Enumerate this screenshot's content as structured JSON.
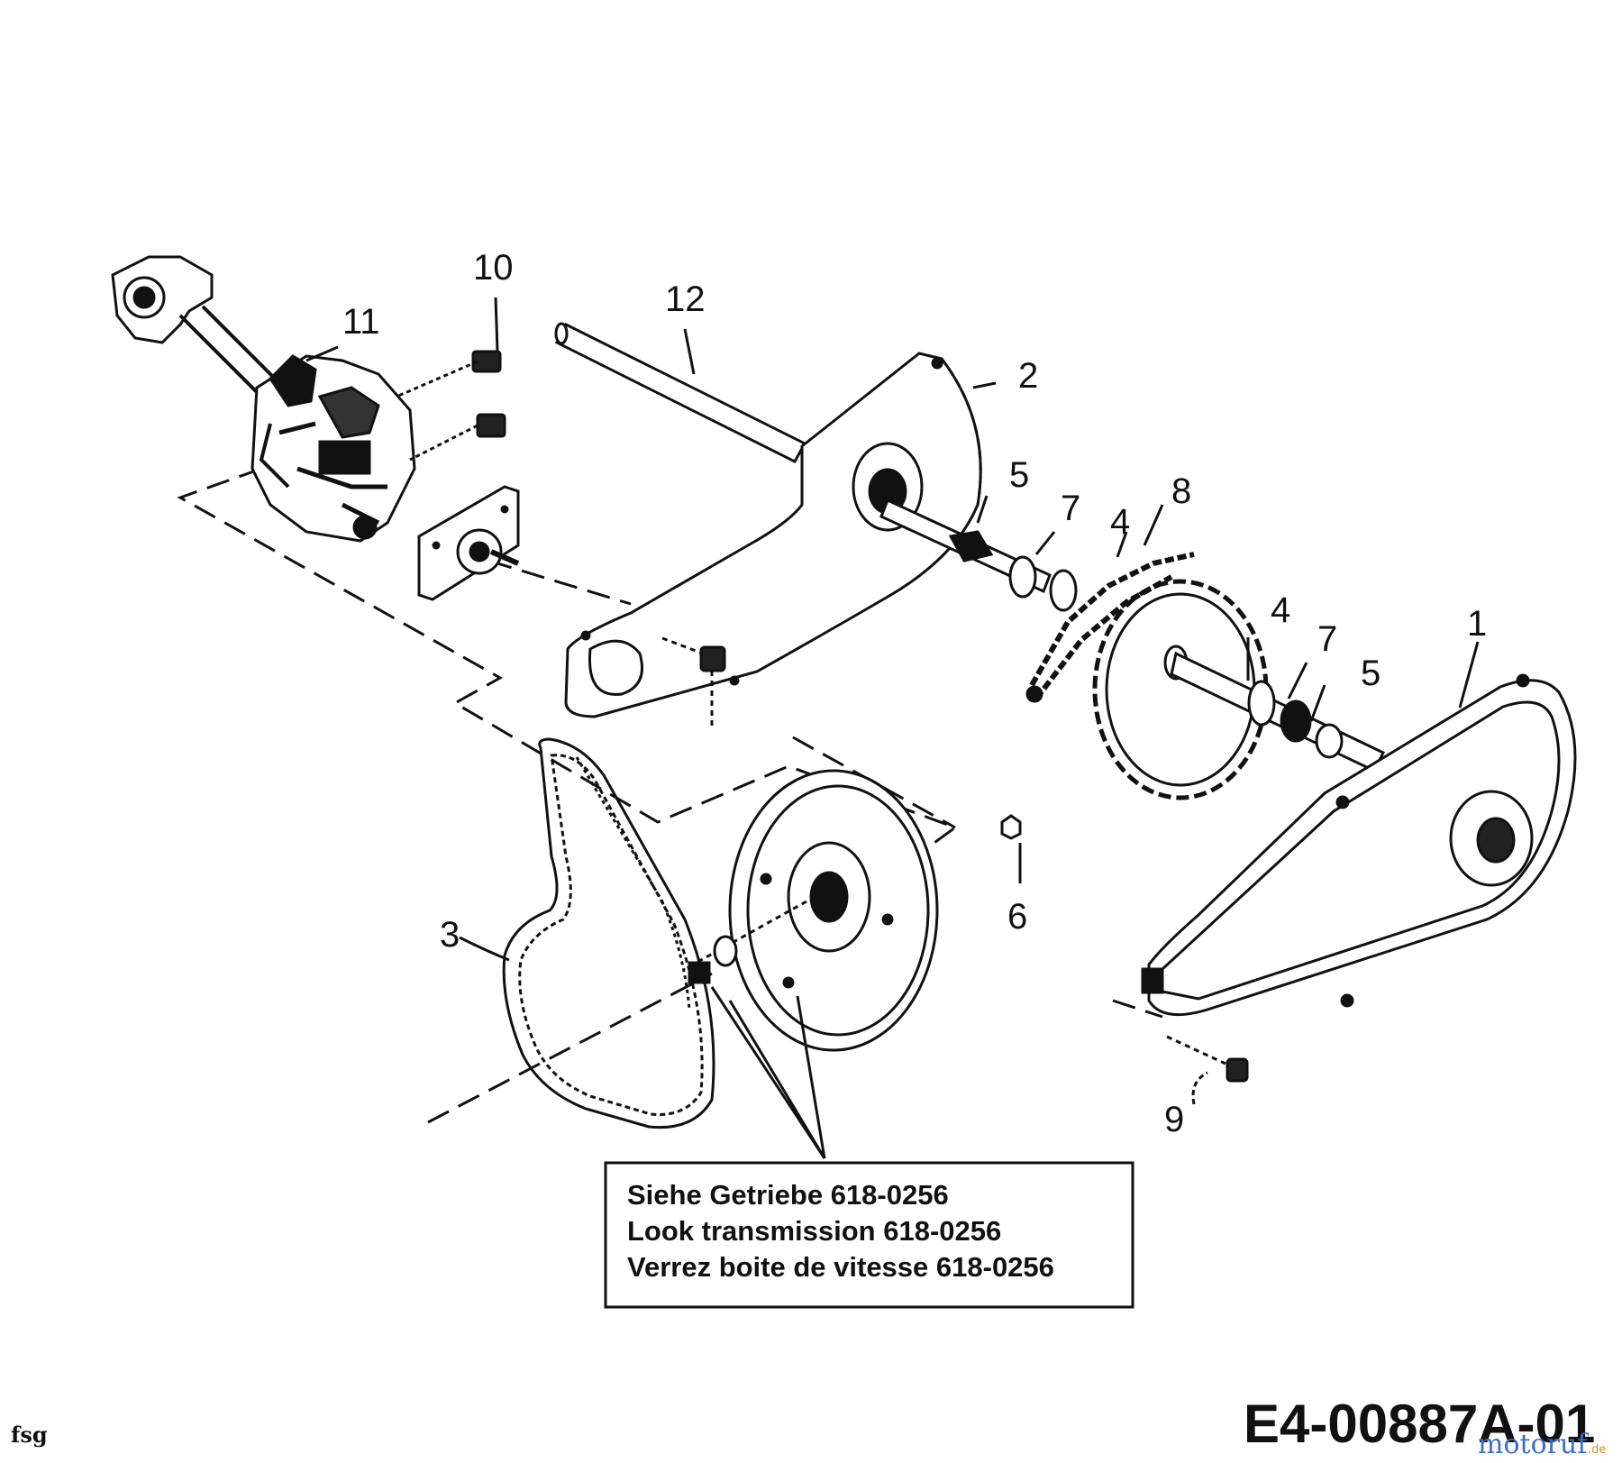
{
  "callouts": [
    "1",
    "2",
    "3",
    "4",
    "4",
    "5",
    "5",
    "6",
    "7",
    "7",
    "8",
    "9",
    "10",
    "11",
    "12"
  ],
  "note": {
    "line_de": "Siehe Getriebe 618-0256",
    "line_en": "Look transmission 618-0256",
    "line_fr": "Verrez boite de vitesse 618-0256"
  },
  "footer": {
    "left_mark": "fsg",
    "reference": "E4-00887A-01",
    "watermark": "motoruf",
    "watermark_suffix": ".de"
  },
  "colors": {
    "ink": "#111111",
    "watermark_blue": "#3b6fc6",
    "watermark_orange": "#e08a2c"
  }
}
